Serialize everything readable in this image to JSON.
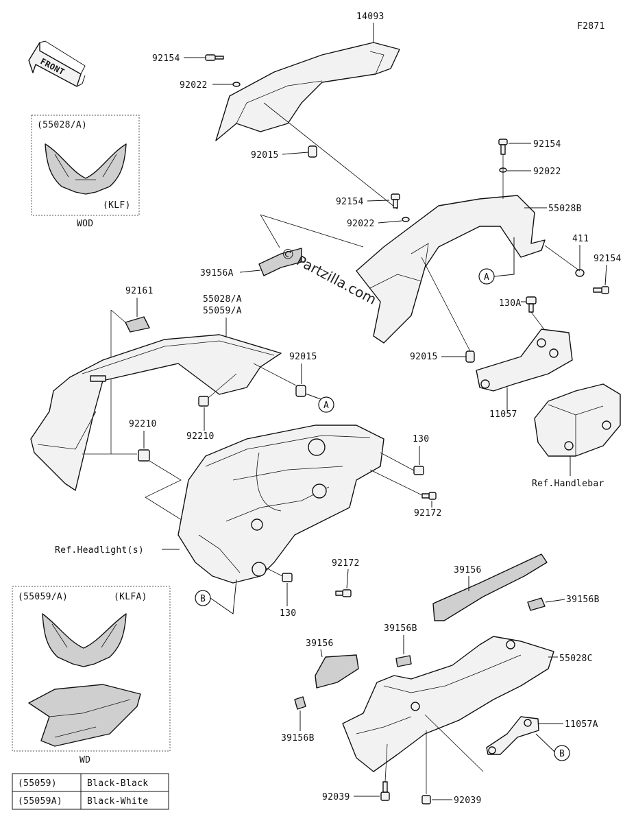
{
  "figure_code": "F2871",
  "front_arrow_label": "FRONT",
  "watermark": "© Partzilla.com",
  "parts": {
    "p14093": "14093",
    "p92154_top": "92154",
    "p92022_top": "92022",
    "p92015_top": "92015",
    "p92154_r1": "92154",
    "p92022_r1": "92022",
    "p92154_mid": "92154",
    "p92022_mid": "92022",
    "p55028B": "55028B",
    "p411": "411",
    "p92154_r2": "92154",
    "p39156A": "39156A",
    "p130A": "130A",
    "p92161": "92161",
    "p55028A": "55028/A",
    "p55059A": "55059/A",
    "p92015_mid": "92015",
    "p92015_right": "92015",
    "p11057": "11057",
    "p92210_left": "92210",
    "p92210_mid": "92210",
    "p130_upper": "130",
    "p92172_upper": "92172",
    "ref_handlebar": "Ref.Handlebar",
    "ref_headlight": "Ref.Headlight(s)",
    "p92172_lower": "92172",
    "p130_lower": "130",
    "p39156": "39156",
    "p39156B_right": "39156B",
    "p39156B_mid": "39156B",
    "p55028C": "55028C",
    "p39156_left": "39156",
    "p39156B_left": "39156B",
    "p11057A": "11057A",
    "p92039_left": "92039",
    "p92039_right": "92039"
  },
  "callouts": {
    "a_upper": "A",
    "a_lower": "A",
    "b_left": "B",
    "b_right": "B"
  },
  "inset_top": {
    "part": "(55028/A)",
    "variant": "(KLF)",
    "caption": "WOD"
  },
  "inset_bottom": {
    "part": "(55059/A)",
    "variant": "(KLFA)",
    "caption": "WD"
  },
  "color_table": [
    {
      "code": "(55059)",
      "color": "Black-Black"
    },
    {
      "code": "(55059A)",
      "color": "Black-White"
    }
  ]
}
